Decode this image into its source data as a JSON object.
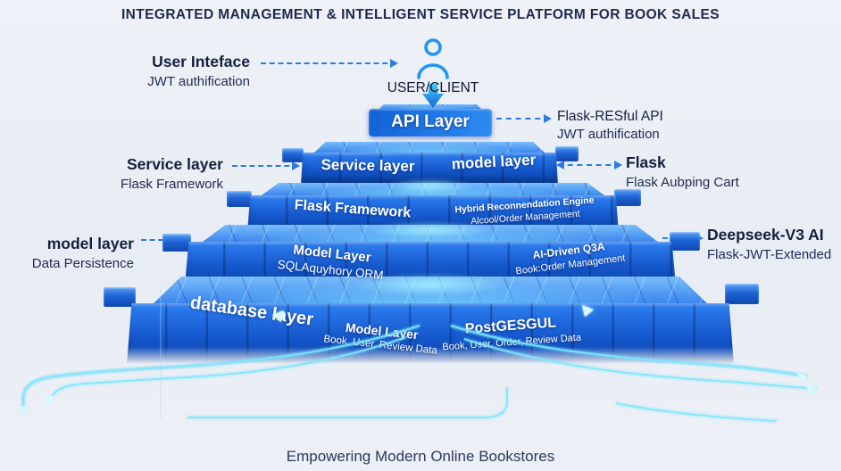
{
  "title": "INTEGRATED MANAGEMENT & INTELLIGENT SERVICE PLATFORM FOR BOOK SALES",
  "footer": "Empowering Modern Online Bookstores",
  "user_client": {
    "label": "USER/CLIENT"
  },
  "annotations": {
    "left": [
      {
        "title": "User Inteface",
        "subtitle": "JWT authification"
      },
      {
        "title": "Service layer",
        "subtitle": "Flask Framework"
      },
      {
        "title": "model layer",
        "subtitle": "Data Persistence"
      }
    ],
    "right": [
      {
        "title": "Flask-RESful API",
        "subtitle": "JWT authification"
      },
      {
        "title": "Flask",
        "subtitle": "Flask Aubping Cart"
      },
      {
        "title": "Deepseek-V3 AI",
        "subtitle": "Flask-JWT-Extended"
      }
    ]
  },
  "pyramid": {
    "tier1": {
      "label": "API Layer"
    },
    "tier2": {
      "left": "Service layer",
      "right": "model layer"
    },
    "tier3": {
      "left": "Flask Framework",
      "right_line1": "Hybrid Reconnendation Engine",
      "right_line2": "Alcool/Order Management"
    },
    "tier4": {
      "left_line1": "Model Layer",
      "left_line2": "SQLAquyhory ORM",
      "right_line1": "AI-Driven Q3A",
      "right_line2": "Book:Order Management"
    },
    "tier5": {
      "left": "database layer",
      "mid_line1": "Model Layer",
      "mid_line2": "Book, User, Review Data",
      "right_line1": "PostGESGUL",
      "right_line2": "Book, User, Order, Review Data"
    }
  },
  "colors": {
    "block_blue": "#1a66d9",
    "block_dark": "#0b46ae",
    "top_face": "#5aa7f7",
    "glow_cyan": "#7fe7ff",
    "arrow_blue": "#2b7ce2",
    "text_navy": "#1c2947"
  }
}
